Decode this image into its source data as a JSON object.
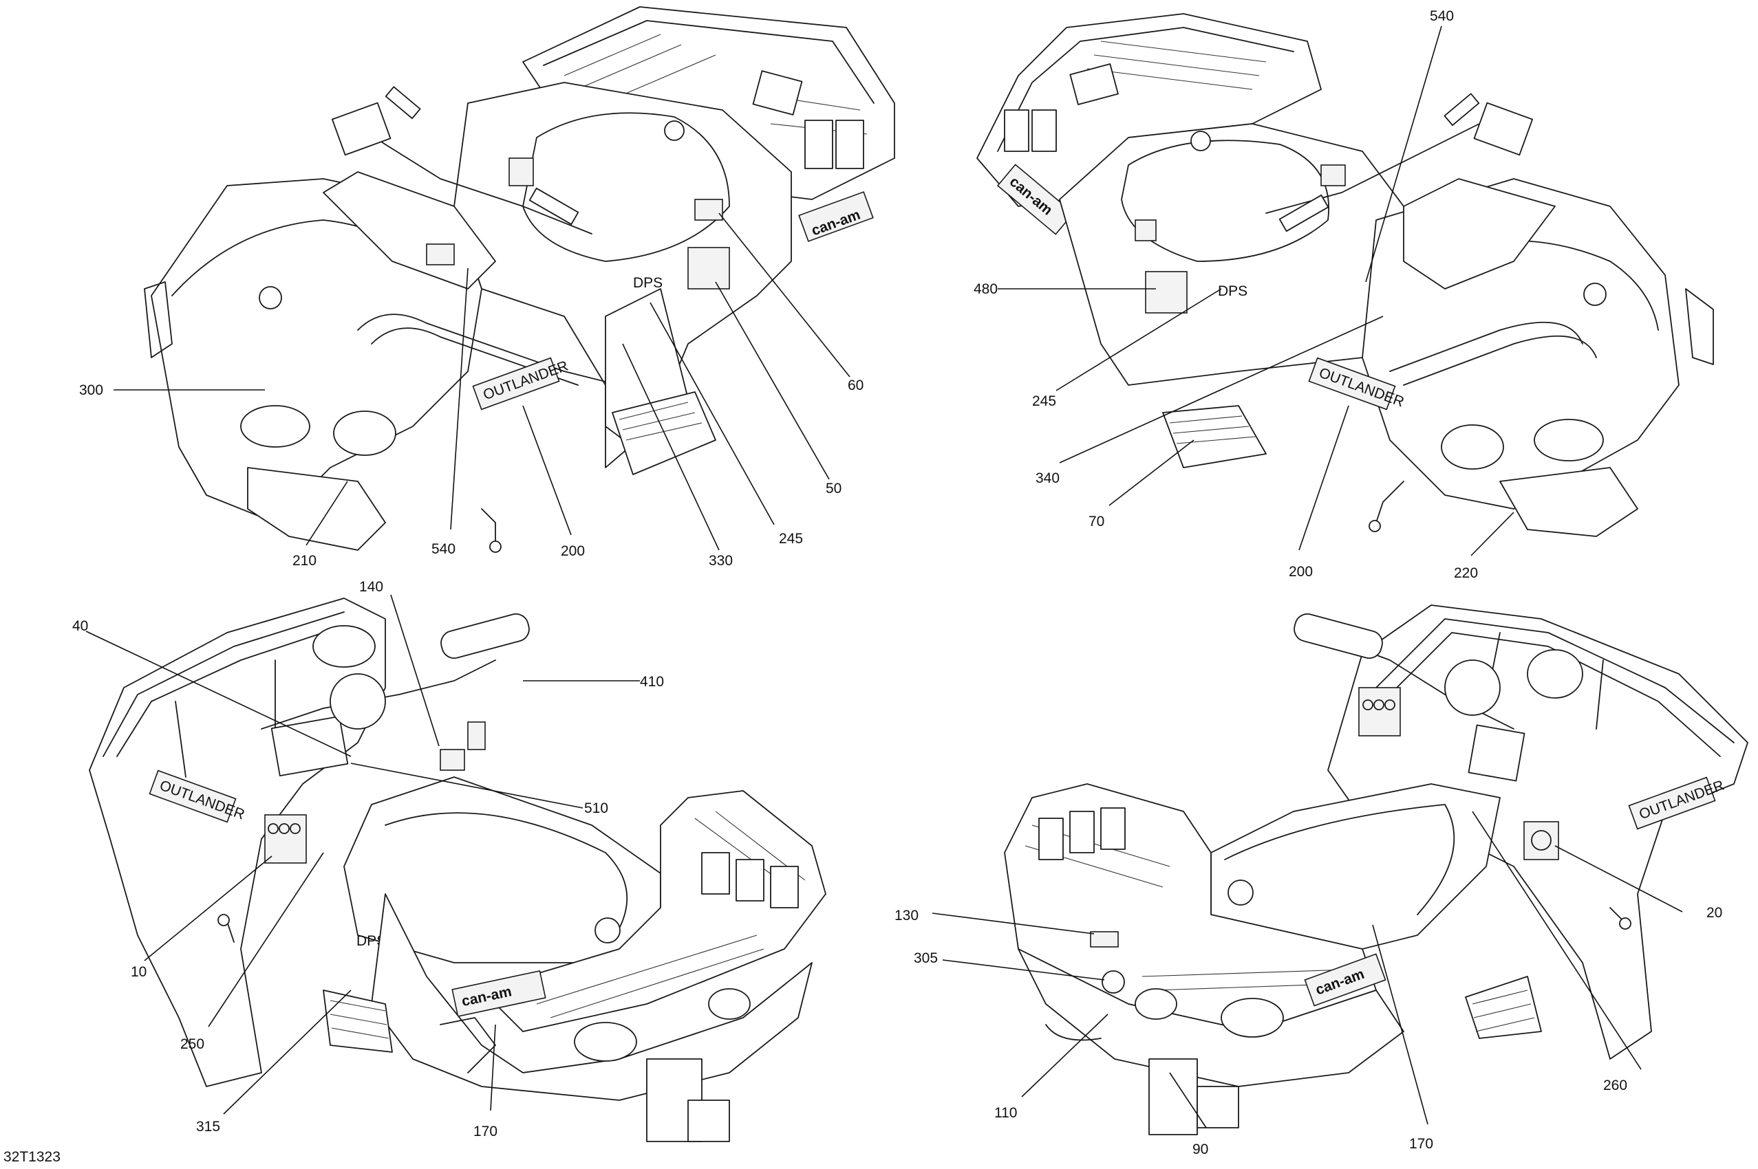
{
  "diagram": {
    "reference_code": "32T1323",
    "colors": {
      "line": "#1a1a1a",
      "background": "#ffffff"
    },
    "views": [
      {
        "id": "front-left",
        "callouts": [
          "300",
          "210",
          "540",
          "200",
          "330",
          "245",
          "50",
          "60"
        ],
        "decal_text": [
          "OUTLANDER",
          "can-am",
          "DPS"
        ]
      },
      {
        "id": "front-right",
        "callouts": [
          "540",
          "480",
          "245",
          "340",
          "70",
          "200",
          "220"
        ],
        "decal_text": [
          "OUTLANDER",
          "can-am",
          "DPS"
        ]
      },
      {
        "id": "rear-left",
        "callouts": [
          "140",
          "40",
          "410",
          "510",
          "10",
          "250",
          "315",
          "170"
        ],
        "decal_text": [
          "OUTLANDER",
          "can-am",
          "DPS"
        ]
      },
      {
        "id": "rear-right",
        "callouts": [
          "130",
          "305",
          "20",
          "260",
          "110",
          "90",
          "170"
        ],
        "decal_text": [
          "OUTLANDER",
          "can-am"
        ]
      }
    ]
  }
}
